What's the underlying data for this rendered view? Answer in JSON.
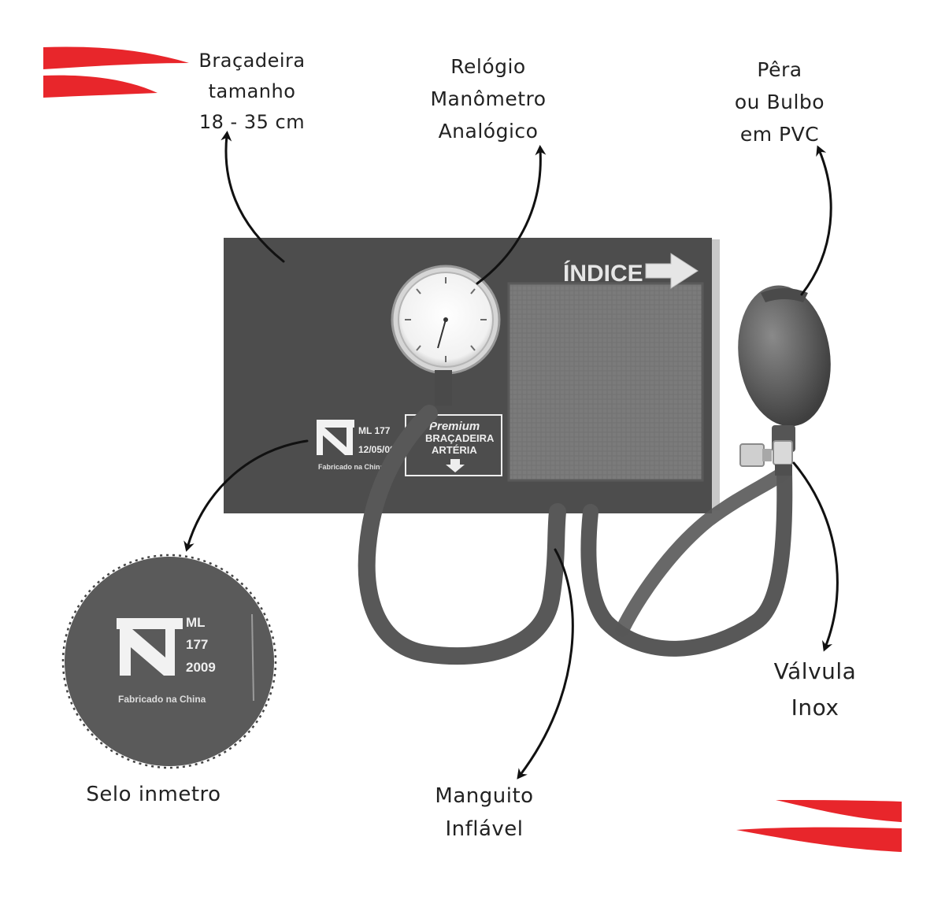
{
  "labels": {
    "bracadeira": [
      "Braçadeira",
      "tamanho",
      "18 - 35 cm"
    ],
    "relogio": [
      "Relógio",
      "Manômetro",
      "Analógico"
    ],
    "pera": [
      "Pêra",
      "ou Bulbo",
      "em PVC"
    ],
    "selo": "Selo inmetro",
    "manguito": [
      "Manguito",
      "Inflável"
    ],
    "valvula": [
      "Válvula",
      "Inox"
    ]
  },
  "cuff": {
    "indice": "ÍNDICE",
    "seal_code": "ML 177",
    "seal_date": "12/05/09",
    "made_in": "Fabricado na China",
    "brand": "Premium",
    "artery_line1": "BRAÇADEIRA",
    "artery_line2": "ARTÉRIA"
  },
  "zoom": {
    "line1": "ML",
    "line2": "177",
    "line3": "2009",
    "made_in": "Fabricado na China"
  },
  "colors": {
    "accent": "#e8262b",
    "cuff": "#4d4d4d",
    "velcro": "#7a7a7a",
    "tube": "#585858",
    "text": "#222222"
  }
}
